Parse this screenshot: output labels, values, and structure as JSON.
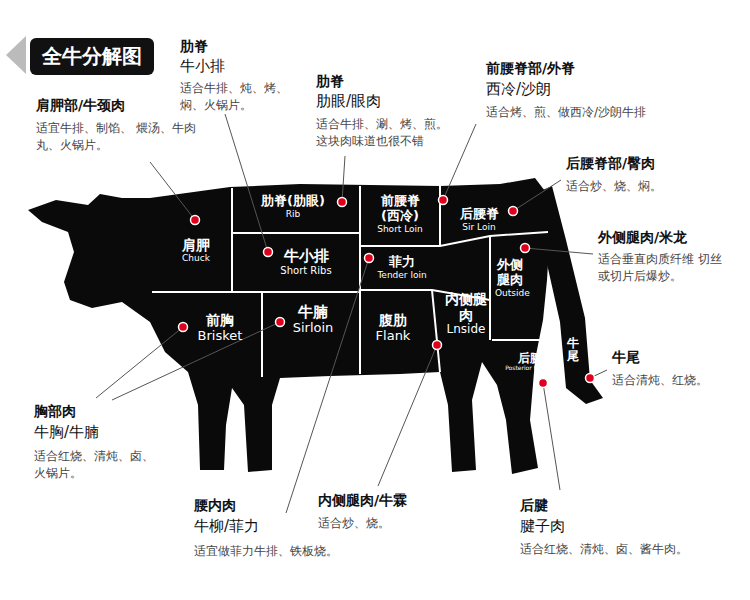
{
  "diagram": {
    "title": "全牛分解图",
    "nodes": [
      {
        "text": [
          "肋脊(肋眼)",
          "Rib"
        ]
      },
      {
        "text": [
          "前腰脊 (西冷)",
          "Short Loin"
        ]
      },
      {
        "text": [
          "后腰脊",
          "Sir Loin"
        ]
      },
      {
        "text": [
          "肩胛",
          "Chuck"
        ]
      },
      {
        "text": [
          "牛小排",
          "Short Ribs"
        ]
      },
      {
        "text": [
          "菲力",
          "Tender loin"
        ]
      },
      {
        "text": [
          "外侧腿肉",
          "Outside"
        ]
      },
      {
        "text": [
          "前胸",
          "Brisket"
        ]
      },
      {
        "text": [
          "牛腩",
          "Sirloin"
        ]
      },
      {
        "text": [
          "腹肋",
          "Flank"
        ]
      },
      {
        "text": [
          "内侧腿肉",
          "Lnside"
        ]
      },
      {
        "text": [
          "后腱",
          "Posterior tendon"
        ]
      },
      {
        "text": [
          "牛尾"
        ]
      }
    ],
    "labels": [
      "肋脊",
      "牛小排",
      "适合牛排、炖、烤、 焖、火锅片。",
      "肩胛部/牛颈肉",
      "适宜牛排、制馅、 煨汤、牛肉丸、火锅片。",
      "肋脊",
      "肋眼/眼肉",
      "适合牛排、涮、烤、煎。 这块肉味道也很不错",
      "前腰脊部/外脊",
      "西冷/沙朗",
      "适合烤、煎、做西冷/沙朗牛排",
      "后腰脊部/臀肉",
      "适合炒、烧、焖。",
      "外侧腿肉/米龙",
      "适合垂直肉质纤维 切丝或切片后爆炒。",
      "牛尾",
      "适合清炖、红烧。",
      "胸部肉",
      "牛胸/牛腩",
      "适合红烧、清炖、卤、 火锅片。",
      "腰内肉",
      "牛柳/菲力",
      "适宜做菲力牛排、铁板烧。",
      "内侧腿肉/牛霖",
      "适合炒、烧。",
      "后腱",
      "腱子肉",
      "适合红烧、清炖、卤、酱牛肉。"
    ]
  }
}
